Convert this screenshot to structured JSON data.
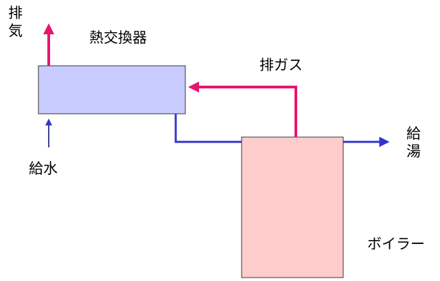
{
  "labels": {
    "exhaust": "排気",
    "heat_exchanger": "熱交換器",
    "exhaust_gas": "排ガス",
    "hot_water_supply": "給湯",
    "water_supply": "給水",
    "boiler": "ボイラー"
  },
  "colors": {
    "heat_exchanger_fill": "#c8ccff",
    "boiler_fill": "#ffcccc",
    "gas_line": "#e8156e",
    "water_line": "#3333cc"
  }
}
